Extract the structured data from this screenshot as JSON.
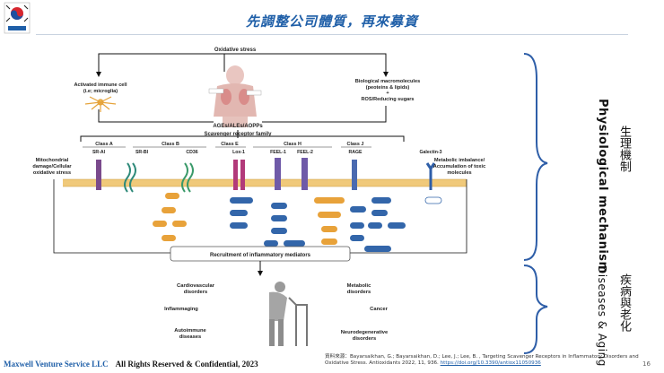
{
  "header": {
    "title": "先調整公司體質，再來募資"
  },
  "figure": {
    "top": "Oxidative stress",
    "activated_immune": "Activated immune cell",
    "activated_immune_sub": "(i.e; microglia)",
    "bio_macro": "Biological macromolecules",
    "bio_macro_sub": "(peoteins & lipids)",
    "plus": "+",
    "ros": "ROS/Reducing sugars",
    "ages": "AGEs/ALEs/AOPPs",
    "scavenger": "Scavenger receptor family",
    "class_a": "Class A",
    "class_b": "Class B",
    "class_e": "Class E",
    "class_h": "Class H",
    "class_j": "Class J",
    "sr_ai": "SR-AI",
    "sr_bi": "SR-BI",
    "cd36": "CD36",
    "lox1": "Lox-1",
    "feel1": "FEEL-1",
    "feel2": "FEEL-2",
    "rage": "RAGE",
    "galectin": "Galectin-3",
    "mito_1": "Mitochondrial",
    "mito_2": "damage/Cellular",
    "mito_3": "oxidative stress",
    "meta_1": "Metabolic  imbalance/",
    "meta_2": "Accumulation of toxic",
    "meta_3": "molecules",
    "recruit": "Recruitment of inflammatory mediators",
    "cardio_1": "Cardiovascular",
    "cardio_2": "disorders",
    "inflamm": "Inflammaging",
    "autoimm_1": "Autoimmune",
    "autoimm_2": "diseases",
    "metabolic_1": "Metabolic",
    "metabolic_2": "disorders",
    "cancer": "Cancer",
    "neuro_1": "Neurodegenerative",
    "neuro_2": "disorders"
  },
  "sidebar": {
    "physio": "Physiological mechanism",
    "physio_zh": "生理機制",
    "disease": "Diseases & Aging",
    "disease_zh": "疾病與老化"
  },
  "footer": {
    "company": "Maxwell Venture Service LLC",
    "rights": "All Rights Reserved & Confidential, 2023",
    "ref_prefix": "資料來源：Bayarsaikhan, G.; Bayarsaikhan, D.; Lee, J.; Lee, B. , Targeting Scavenger Receptors in Inflammatory Disorders and Oxidative Stress. Antioxidants 2022, 11, 936.",
    "ref_link": "https://doi.org/10.3390/antiox11050936",
    "page": "16"
  },
  "colors": {
    "title_blue": "#1f5fa8",
    "brace_blue": "#2e5ea8",
    "membrane": "#f0c97a",
    "node_blue": "#3366aa",
    "node_orange": "#e8a23a"
  }
}
